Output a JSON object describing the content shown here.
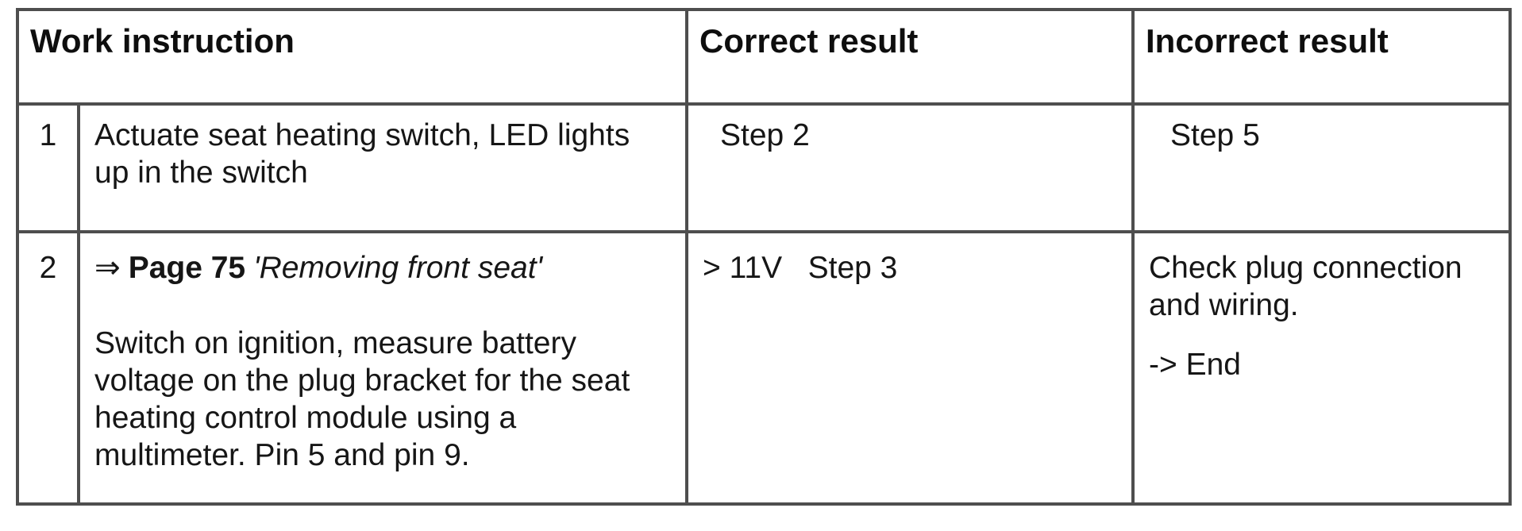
{
  "colors": {
    "border": "#4e4e4e",
    "text": "#161616",
    "background": "#ffffff"
  },
  "table": {
    "header": {
      "work_instruction": "Work instruction",
      "correct_result": "Correct result",
      "incorrect_result": "Incorrect result"
    },
    "rows": [
      {
        "number": "1",
        "instruction": "Actuate seat heating switch, LED lights up in the switch",
        "correct": "Step 2",
        "incorrect": "Step 5"
      },
      {
        "number": "2",
        "reference": {
          "arrow": "⇒",
          "page": "Page 75",
          "title": "'Removing front seat'"
        },
        "instruction": "Switch on ignition, measure battery voltage on the plug bracket for the seat heating control module using a multimeter. Pin 5 and pin 9.",
        "correct": "> 11V   Step 3",
        "incorrect_text": "Check plug connection and wiring.",
        "incorrect_end": "-> End"
      }
    ]
  }
}
